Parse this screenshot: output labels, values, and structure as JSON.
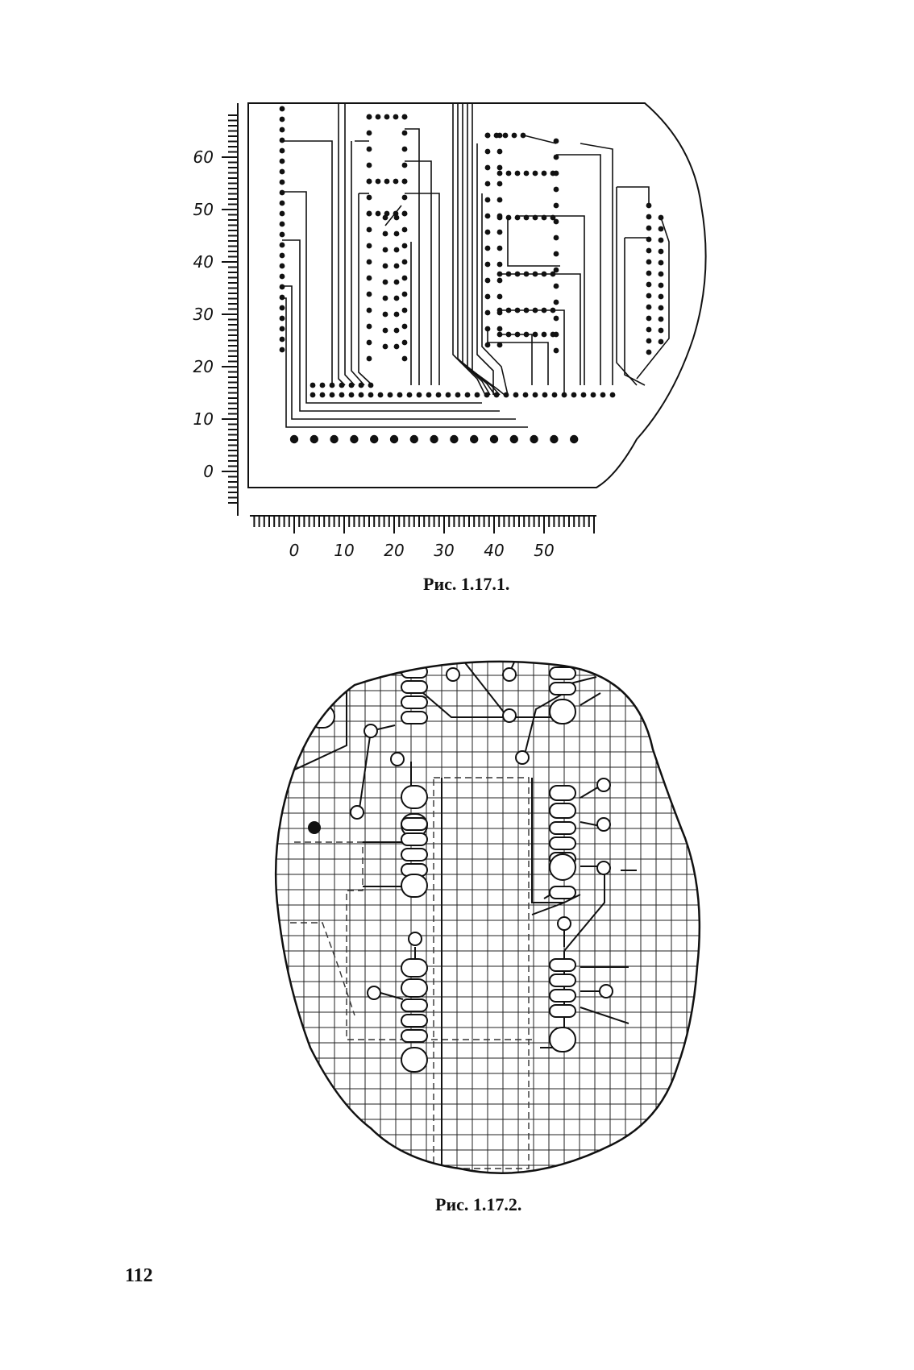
{
  "figure_1": {
    "caption": "Рис. 1.17.1.",
    "y_axis": {
      "tick_labels": [
        "60",
        "50",
        "40",
        "30",
        "20",
        "10",
        "0"
      ],
      "tick_values": [
        60,
        50,
        40,
        30,
        20,
        10,
        0
      ]
    },
    "x_axis": {
      "tick_labels": [
        "0",
        "10",
        "20",
        "30",
        "40",
        "50"
      ],
      "tick_values": [
        0,
        10,
        20,
        30,
        40,
        50
      ]
    }
  },
  "figure_2": {
    "caption": "Рис. 1.17.2."
  },
  "page_number": "112",
  "colors": {
    "ink": "#111111",
    "paper": "#ffffff"
  }
}
